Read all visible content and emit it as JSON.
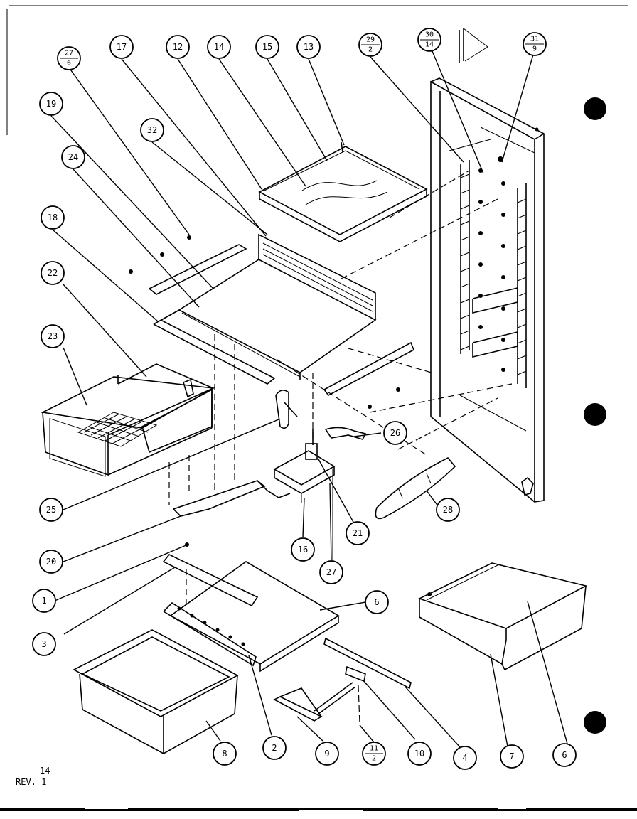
{
  "callouts": [
    {
      "id": "17",
      "label": "17"
    },
    {
      "id": "12",
      "label": "12"
    },
    {
      "id": "14",
      "label": "14"
    },
    {
      "id": "15",
      "label": "15"
    },
    {
      "id": "13",
      "label": "13"
    },
    {
      "id": "19",
      "label": "19"
    },
    {
      "id": "32",
      "label": "32"
    },
    {
      "id": "24",
      "label": "24"
    },
    {
      "id": "18",
      "label": "18"
    },
    {
      "id": "22",
      "label": "22"
    },
    {
      "id": "23",
      "label": "23"
    },
    {
      "id": "26",
      "label": "26"
    },
    {
      "id": "28",
      "label": "28"
    },
    {
      "id": "25",
      "label": "25"
    },
    {
      "id": "20",
      "label": "20"
    },
    {
      "id": "16",
      "label": "16"
    },
    {
      "id": "21",
      "label": "21"
    },
    {
      "id": "27b",
      "label": "27"
    },
    {
      "id": "1",
      "label": "1"
    },
    {
      "id": "6a",
      "label": "6"
    },
    {
      "id": "3",
      "label": "3"
    },
    {
      "id": "8",
      "label": "8"
    },
    {
      "id": "2",
      "label": "2"
    },
    {
      "id": "9",
      "label": "9"
    },
    {
      "id": "10",
      "label": "10"
    },
    {
      "id": "4",
      "label": "4"
    },
    {
      "id": "7",
      "label": "7"
    },
    {
      "id": "6b",
      "label": "6"
    }
  ],
  "fraction_callouts": [
    {
      "id": "27-6",
      "top": "27",
      "bottom": "6"
    },
    {
      "id": "29-2",
      "top": "29",
      "bottom": "2"
    },
    {
      "id": "30-14",
      "top": "30",
      "bottom": "14"
    },
    {
      "id": "31-9",
      "top": "31",
      "bottom": "9"
    },
    {
      "id": "11-2",
      "top": "11",
      "bottom": "2"
    }
  ],
  "footer": {
    "page_number": "14",
    "revision": "REV. 1"
  }
}
